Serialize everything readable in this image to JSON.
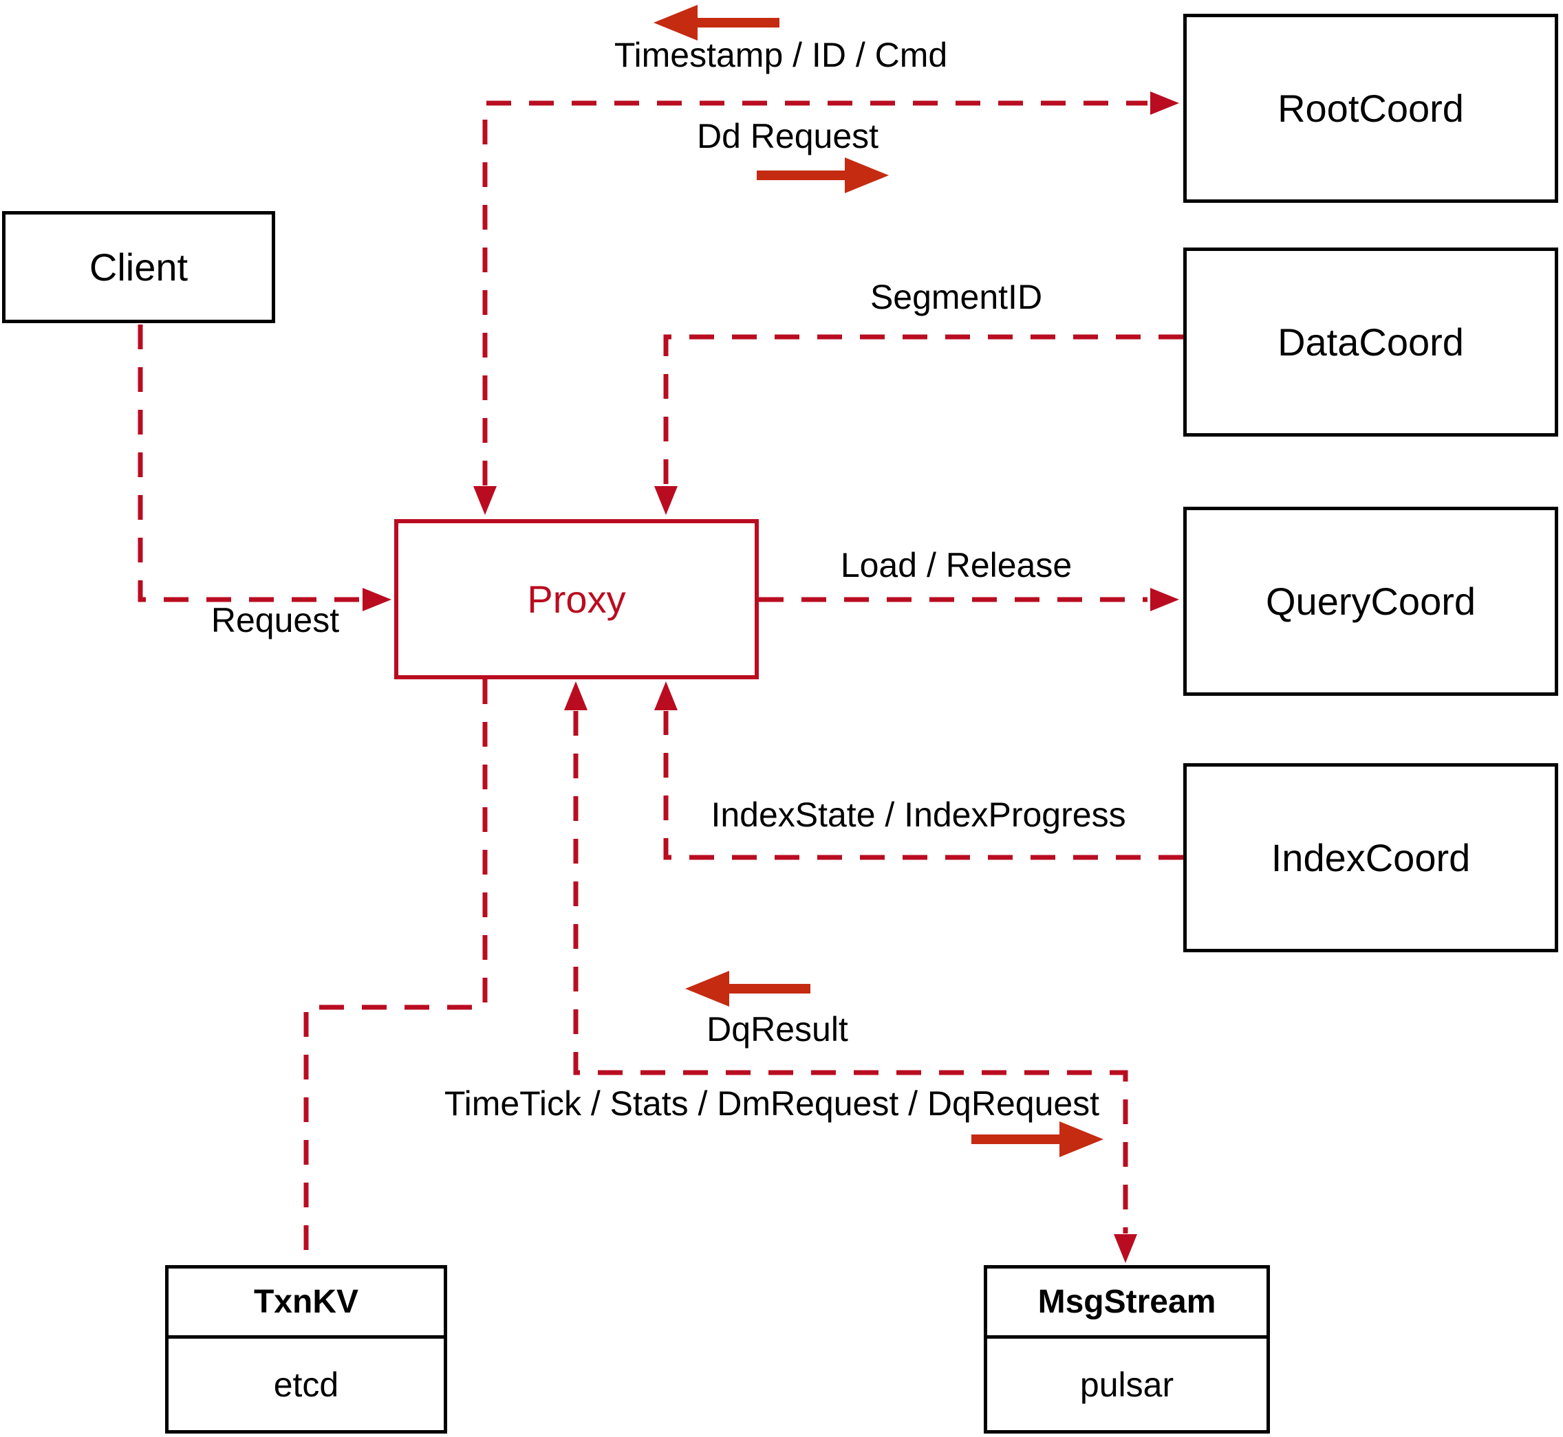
{
  "nodes": {
    "client": {
      "label": "Client"
    },
    "proxy": {
      "label": "Proxy"
    },
    "root_coord": {
      "label": "RootCoord"
    },
    "data_coord": {
      "label": "DataCoord"
    },
    "query_coord": {
      "label": "QueryCoord"
    },
    "index_coord": {
      "label": "IndexCoord"
    },
    "txn_kv": {
      "label": "TxnKV",
      "implementation": "etcd"
    },
    "msg_stream": {
      "label": "MsgStream",
      "implementation": "pulsar"
    }
  },
  "edges": {
    "client_proxy": {
      "from": "Client",
      "to": "Proxy",
      "label": "Request"
    },
    "proxy_rootcoord": {
      "from": "Proxy",
      "to": "RootCoord",
      "to_label": "Dd Request",
      "from_label": "Timestamp / ID / Cmd",
      "bidirectional": "true"
    },
    "datacoord_proxy": {
      "from": "DataCoord",
      "to": "Proxy",
      "label": "SegmentID"
    },
    "proxy_querycoord": {
      "from": "Proxy",
      "to": "QueryCoord",
      "label": "Load / Release"
    },
    "indexcoord_proxy": {
      "from": "IndexCoord",
      "to": "Proxy",
      "label": "IndexState / IndexProgress"
    },
    "proxy_txnkv": {
      "from": "Proxy",
      "to": "TxnKV"
    },
    "proxy_msgstream": {
      "from": "Proxy",
      "to": "MsgStream",
      "to_label": "TimeTick / Stats / DmRequest / DqRequest",
      "from_label": "DqResult"
    }
  },
  "colors": {
    "dashed_line": "#ba0c20",
    "solid_arrow": "#c52b11",
    "node_border": "#000000",
    "text": "#000000",
    "background": "#ffffff"
  }
}
